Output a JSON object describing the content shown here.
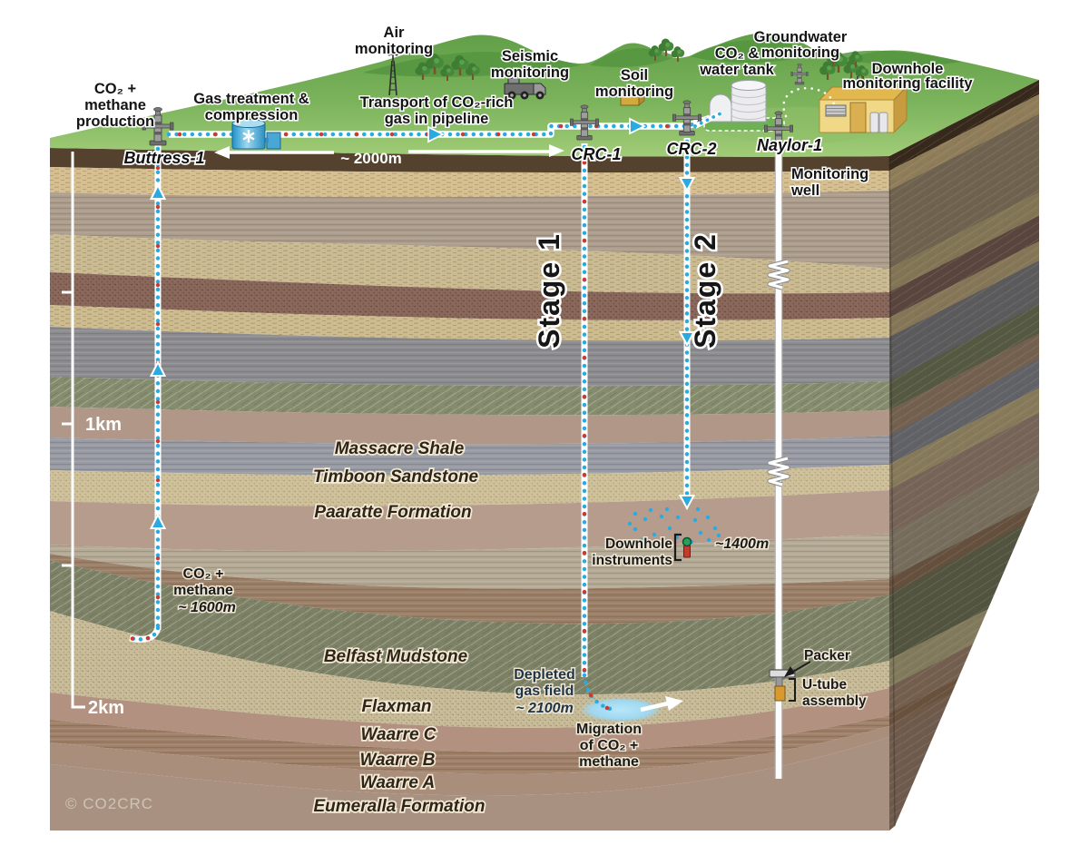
{
  "surface": {
    "production": {
      "lines": [
        "CO₂ +",
        "methane",
        "production"
      ]
    },
    "gas_treatment": {
      "lines": [
        "Gas treatment &",
        "compression"
      ]
    },
    "air_monitoring": {
      "lines": [
        "Air",
        "monitoring"
      ]
    },
    "transport": {
      "lines": [
        "Transport of CO₂-rich",
        "gas in pipeline"
      ]
    },
    "seismic": {
      "lines": [
        "Seismic",
        "monitoring"
      ]
    },
    "soil_monitoring": {
      "lines": [
        "Soil",
        "monitoring"
      ]
    },
    "co2_water_tank": {
      "lines": [
        "CO₂ &",
        "water tank"
      ]
    },
    "groundwater": {
      "lines": [
        "Groundwater",
        "monitoring"
      ]
    },
    "downhole_facility": {
      "lines": [
        "Downhole",
        "monitoring facility"
      ]
    }
  },
  "wells": {
    "buttress": "Buttress-1",
    "crc1": "CRC-1",
    "crc2": "CRC-2",
    "naylor": "Naylor-1",
    "monitoring_well": {
      "lines": [
        "Monitoring",
        "well"
      ]
    },
    "stage1": "Stage 1",
    "stage2": "Stage 2"
  },
  "pipeline": {
    "distance_label": "~ 2000m"
  },
  "depth_scale": {
    "km1": "1km",
    "km2": "2km"
  },
  "formations": [
    {
      "name": "Massacre Shale"
    },
    {
      "name": "Timboon Sandstone"
    },
    {
      "name": "Paaratte Formation"
    },
    {
      "name": "Belfast Mudstone"
    },
    {
      "name": "Flaxman"
    },
    {
      "name": "Waarre C"
    },
    {
      "name": "Waarre B"
    },
    {
      "name": "Waarre A"
    },
    {
      "name": "Eumeralla Formation"
    }
  ],
  "annotations": {
    "co2_methane_production_depth": {
      "lines": [
        "CO₂ +",
        "methane"
      ],
      "depth": "~ 1600m"
    },
    "downhole_instruments": {
      "lines": [
        "Downhole",
        "instruments"
      ]
    },
    "injection_depth": "~1400m",
    "depleted_gas_field": {
      "lines": [
        "Depleted",
        "gas field"
      ],
      "depth": "~ 2100m"
    },
    "migration": {
      "lines": [
        "Migration",
        "of CO₂ +",
        "methane"
      ]
    },
    "packer": "Packer",
    "u_tube": {
      "lines": [
        "U-tube",
        "assembly"
      ]
    }
  },
  "credit": "© CO2CRC",
  "colors": {
    "pipeline_blue": "#29abe2",
    "co2_dot_red": "#cc3b33",
    "grass_light": "#a9d17e",
    "grass_dark": "#67a44d",
    "soil_dark": "#54422e",
    "monitoring_well_white": "#ffffff",
    "depleted_text": "#1f3547"
  }
}
